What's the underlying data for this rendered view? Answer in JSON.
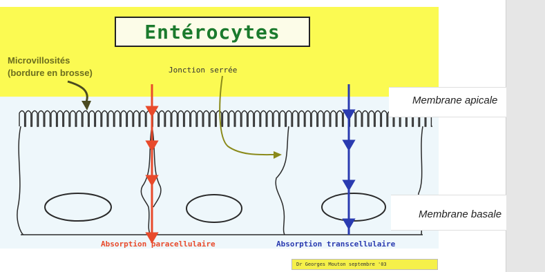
{
  "title": "Entérocytes",
  "labels": {
    "microvilli_line1": "Microvillosités",
    "microvilli_line2": "(bordure en brosse)",
    "tight_junction": "Jonction serrée",
    "paracellular": "Absorption paracellulaire",
    "transcellular": "Absorption transcellulaire",
    "credit": "Dr Georges Mouton septembre '03",
    "apical_membrane": "Membrane apicale",
    "basal_membrane": "Membrane basale"
  },
  "colors": {
    "band": "#fbfa52",
    "title_text": "#1b7a2d",
    "paracellular_arrow": "#e84a2b",
    "transcellular_arrow": "#2a3bb0",
    "label_olive": "#6b6d1e"
  }
}
